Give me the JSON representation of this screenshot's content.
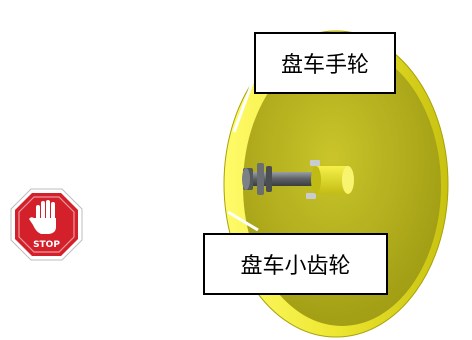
{
  "labels": {
    "handwheel": "盘车手轮",
    "pinion": "盘车小齿轮"
  },
  "stop_sign": {
    "text": "STOP",
    "icon": "stop-hand-icon"
  },
  "colors": {
    "wheel_face": "#b3b01a",
    "wheel_rim": "#f4ef2a",
    "shaft": "#6e7276",
    "stop_red": "#d3202a"
  }
}
